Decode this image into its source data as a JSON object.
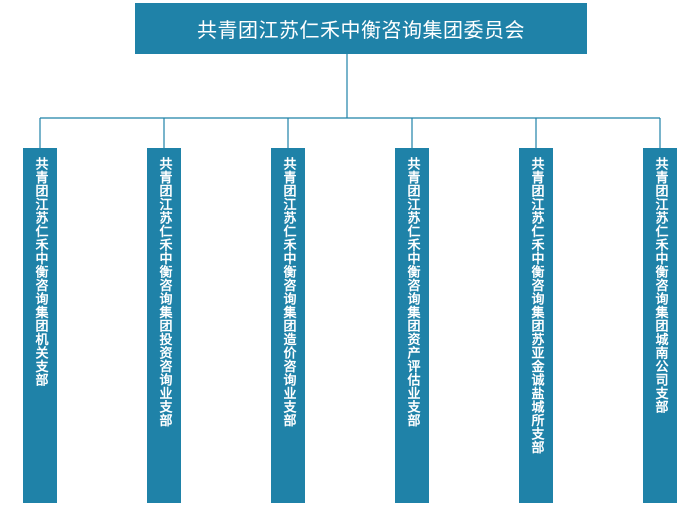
{
  "root": {
    "label": "共青团江苏仁禾中衡咨询集团委员会"
  },
  "branches": [
    {
      "label": "共青团江苏仁禾中衡咨询集团机关支部"
    },
    {
      "label": "共青团江苏仁禾中衡咨询集团投资咨询业支部"
    },
    {
      "label": "共青团江苏仁禾中衡咨询集团造价咨询业支部"
    },
    {
      "label": "共青团江苏仁禾中衡咨询集团资产评估业支部"
    },
    {
      "label": "共青团江苏仁禾中衡咨询集团苏亚金诚盐城所支部"
    },
    {
      "label": "共青团江苏仁禾中衡咨询集团城南公司支部"
    }
  ],
  "colors": {
    "box_fill": "#1f82a8",
    "line": "#1f82a8",
    "text": "#ffffff"
  }
}
